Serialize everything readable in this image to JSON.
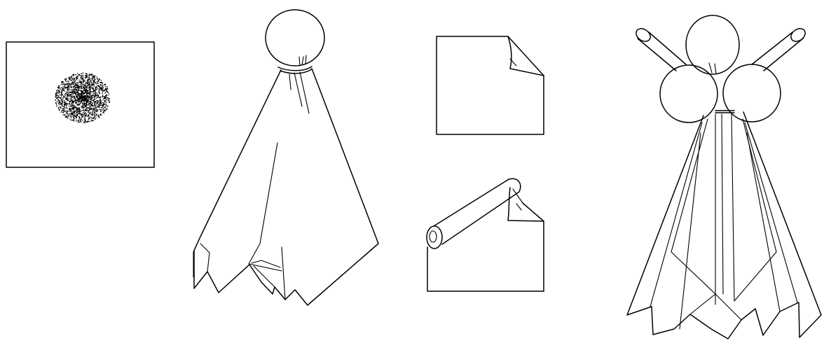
{
  "colors": {
    "background": "#ffffff",
    "ink": "#000000"
  },
  "figures": [
    {
      "name": "framed-dot",
      "icon": "dot-in-frame-icon"
    },
    {
      "name": "single-cloth-figure",
      "icon": "draped-cloth-icon"
    },
    {
      "name": "folded-corner-sheet",
      "icon": "page-fold-icon"
    },
    {
      "name": "rolled-corner-sheet",
      "icon": "scroll-page-icon"
    },
    {
      "name": "triple-ball-cloth-figure",
      "icon": "draped-cloth-three-heads-icon"
    }
  ]
}
